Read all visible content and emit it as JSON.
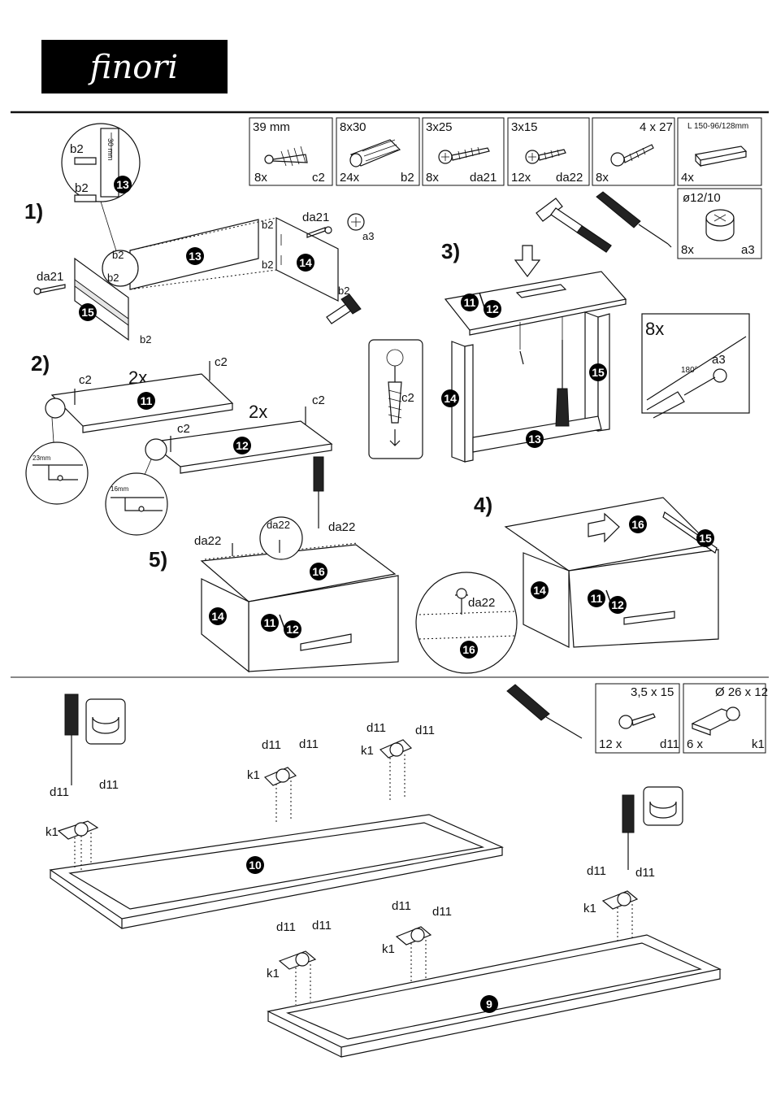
{
  "brand": {
    "logo_text": "finori"
  },
  "parts_top": [
    {
      "size": "39 mm",
      "count": "8x",
      "code": "c2"
    },
    {
      "size": "8x30",
      "count": "24x",
      "code": "b2"
    },
    {
      "size": "3x25",
      "count": "8x",
      "code": "da21"
    },
    {
      "size": "3x15",
      "count": "12x",
      "code": "da22"
    },
    {
      "size": "4 x 27",
      "count": "8x",
      "code": ""
    },
    {
      "size": "L 150-96/128mm",
      "count": "4x",
      "code": ""
    },
    {
      "size": "ø12/10",
      "count": "8x",
      "code": "a3"
    }
  ],
  "parts_bottom": [
    {
      "size": "3,5 x 15",
      "count": "12 x",
      "code": "d11"
    },
    {
      "size": "Ø 26 x 12",
      "count": "6 x",
      "code": "k1"
    }
  ],
  "steps": {
    "s1": "1)",
    "s2": "2)",
    "s3": "3)",
    "s4": "4)",
    "s5": "5)"
  },
  "panels": {
    "p9": "9",
    "p10": "10",
    "p11": "11",
    "p12": "12",
    "p13": "13",
    "p14": "14",
    "p15": "15",
    "p16": "16",
    "p11_12_a": "11",
    "p11_12_b": "12"
  },
  "labels": {
    "b2": "b2",
    "c2": "c2",
    "da21": "da21",
    "da22": "da22",
    "a3": "a3",
    "d11": "d11",
    "k1": "k1",
    "dim_30mm": "30 mm",
    "dim_23mm": "23mm",
    "dim_16mm": "16mm",
    "qty_2x": "2x",
    "qty_8x": "8x",
    "angle_180": "180°"
  }
}
